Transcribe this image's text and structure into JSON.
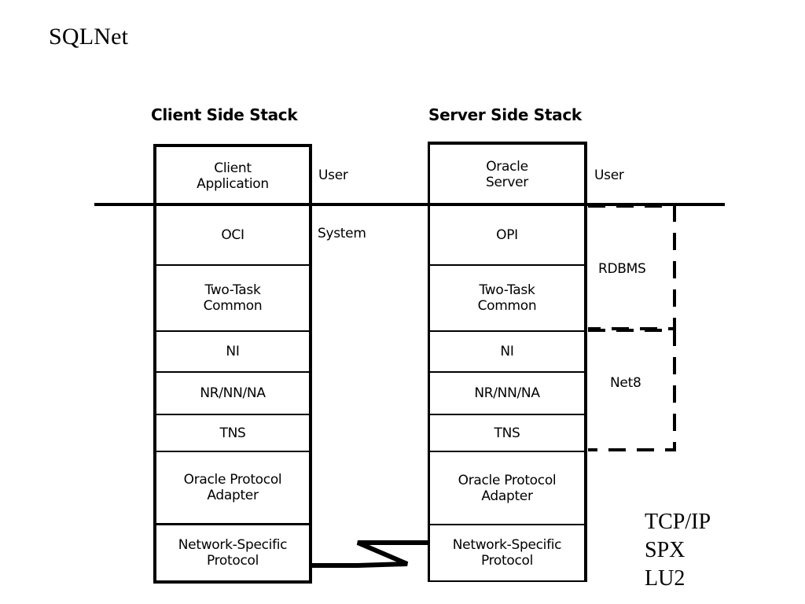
{
  "page_title": "SQLNet",
  "client_stack": {
    "heading": "Client Side Stack",
    "layers": [
      "Client\nApplication",
      "OCI",
      "Two-Task\nCommon",
      "NI",
      "NR/NN/NA",
      "TNS",
      "Oracle Protocol\nAdapter",
      "Network-Specific\nProtocol"
    ]
  },
  "server_stack": {
    "heading": "Server Side Stack",
    "layers": [
      "Oracle\nServer",
      "OPI",
      "Two-Task\nCommon",
      "NI",
      "NR/NN/NA",
      "TNS",
      "Oracle Protocol\nAdapter",
      "Network-Specific\nProtocol"
    ]
  },
  "side_labels": {
    "client_user": "User",
    "client_system": "System",
    "server_user": "User",
    "rdbms": "RDBMS",
    "net8": "Net8"
  },
  "protocols": [
    "TCP/IP",
    "SPX",
    "LU2"
  ]
}
